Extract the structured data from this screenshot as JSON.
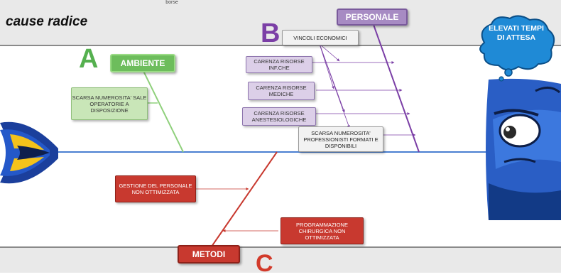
{
  "top_note": "borse",
  "section_title": "cause radice",
  "letters": {
    "a": "A",
    "b": "B",
    "c": "C"
  },
  "categories": {
    "ambiente": "AMBIENTE",
    "personale": "PERSONALE",
    "metodi": "METODI"
  },
  "causes": {
    "ambiente_1": "SCARSA NUMEROSITA' SALE OPERATORIE A DISPOSIZIONE",
    "personale_1": "VINCOLI ECONOMICI",
    "personale_2": "CARENZA RISORSE INF.CHE",
    "personale_3": "CARENZA RISORSE MEDICHE",
    "personale_4": "CARENZA RISORSE ANESTESIOLOGICHE",
    "personale_5": "SCARSA NUMEROSITA' PROFESSIONISTI FORMATI E DISPONIBILI",
    "metodi_1": "GESTIONE DEL PERSONALE NON OTTIMIZZATA",
    "metodi_2": "PROGRAMMAZIONE CHIRURGICA NON OTTIMIZZATA"
  },
  "effect": "ELEVATI TEMPI DI ATTESA",
  "colors": {
    "spine": "#4a7fd1",
    "ambiente": "#6dbd5c",
    "personale": "#7b3fa6",
    "metodi": "#c8392f",
    "bubble": "#1f8ad6"
  },
  "icons": [
    "fish-tail-icon",
    "fish-head-icon",
    "thought-bubble-icon"
  ]
}
